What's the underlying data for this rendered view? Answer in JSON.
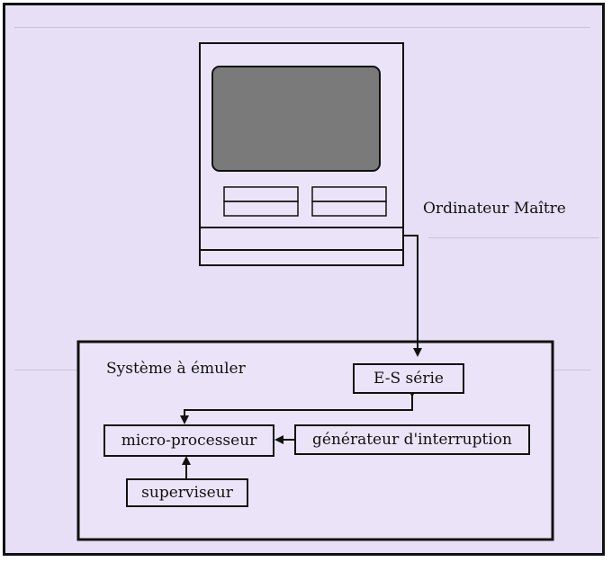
{
  "diagram": {
    "master_label": "Ordinateur Maître",
    "system_label": "Système à émuler",
    "nodes": {
      "serial_io": "E-S série",
      "microprocessor": "micro-processeur",
      "interrupt_generator": "générateur d'interruption",
      "supervisor": "superviseur"
    }
  },
  "colors": {
    "background": "#e6dff5",
    "screen": "#7a7a7a",
    "ink": "#111111"
  },
  "icons": {
    "master_computer": "computer-terminal-icon"
  }
}
